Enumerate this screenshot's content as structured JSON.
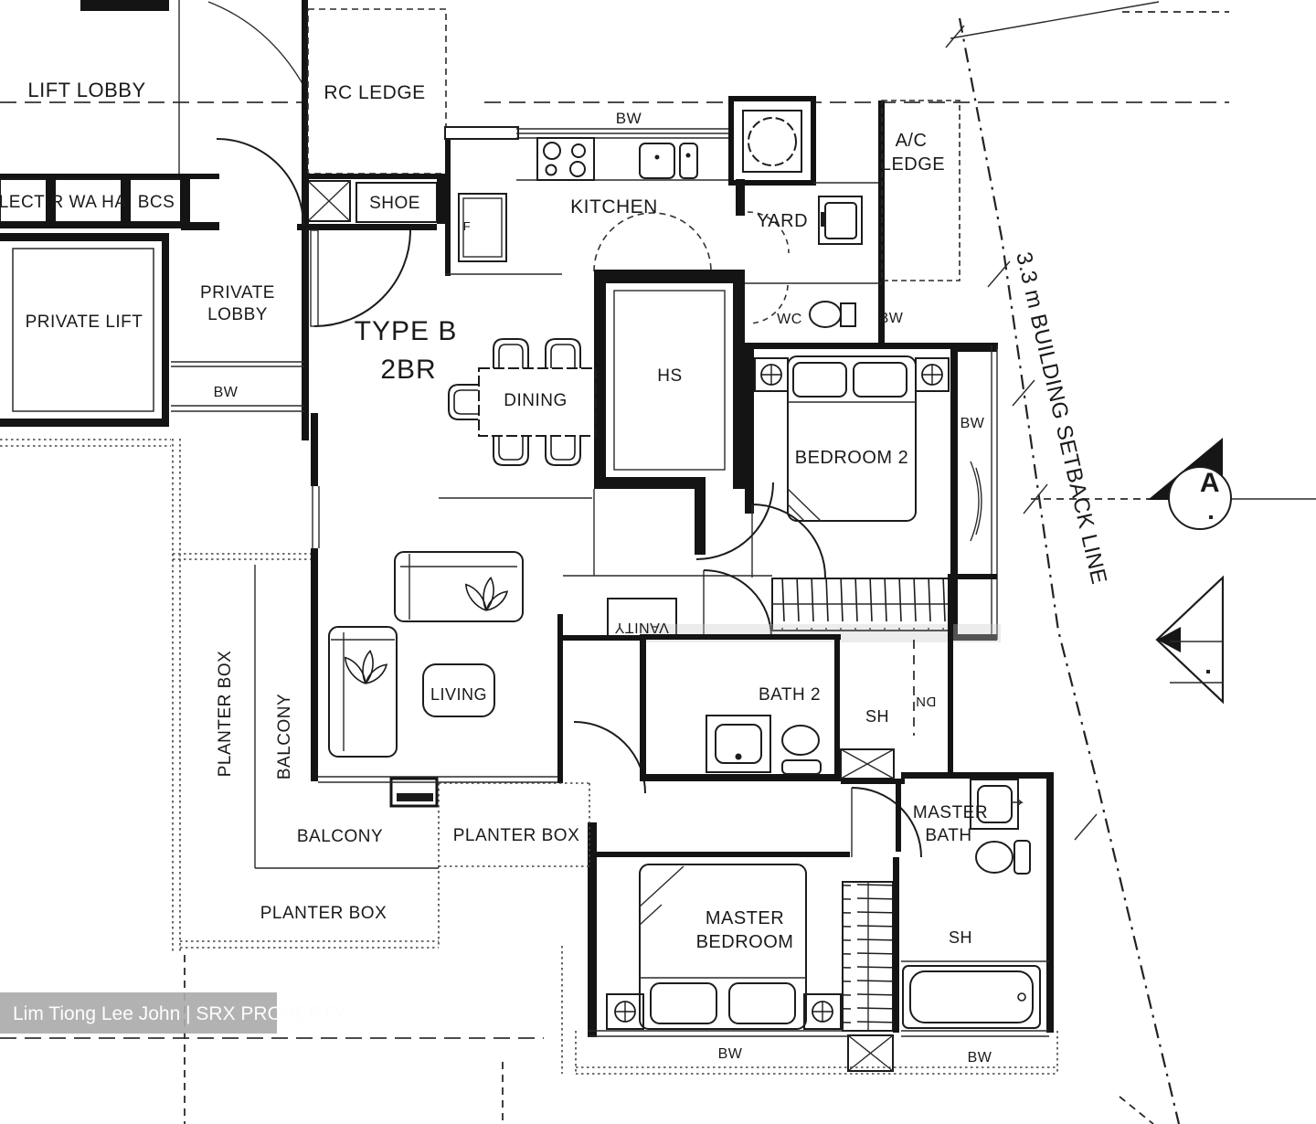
{
  "unit": {
    "type_line1": "TYPE B",
    "type_line2": "2BR"
  },
  "rooms": {
    "lift_lobby": "LIFT LOBBY",
    "rc_ledge": "RC LEDGE",
    "private_lobby": [
      "PRIVATE",
      "LOBBY"
    ],
    "private_lift": "PRIVATE LIFT",
    "kitchen": "KITCHEN",
    "yard": "YARD",
    "wc": "WC",
    "ac_ledge": [
      "A/C",
      "LEDGE"
    ],
    "dining": "DINING",
    "hs": "HS",
    "bedroom2": "BEDROOM 2",
    "living": "LIVING",
    "bath2": "BATH 2",
    "master_bath": [
      "MASTER",
      "BATH"
    ],
    "master_bedroom": [
      "MASTER",
      "BEDROOM"
    ],
    "balcony_vertical": "BALCONY",
    "balcony": "BALCONY",
    "planter_box_left": "PLANTER BOX",
    "planter_box_mid": "PLANTER BOX",
    "planter_box_bottom": "PLANTER BOX"
  },
  "closets": {
    "elect": "LECT",
    "riser": "R WA HA",
    "bcs": "BCS",
    "shoe": "SHOE",
    "vanity": "VANITY"
  },
  "fixtures": {
    "fridge": "F",
    "shower_bath2": "SH",
    "shower_master": "SH",
    "down": "DN"
  },
  "windows": {
    "kitchen": "BW",
    "wc": "BW",
    "bedroom2": "BW",
    "west": "BW",
    "master_bedroom": "BW",
    "master_bath": "BW"
  },
  "site": {
    "setback_line": "3.3 m BUILDING SETBACK LINE",
    "section_marker": "A"
  },
  "watermark": {
    "text": "Lim Tiong Lee John | SRX PROPERTY"
  },
  "colors": {
    "ink": "#1c1c1c",
    "paper": "#ffffff",
    "watermark_bg": "#ababab",
    "watermark_fg": "#fdfdfd"
  }
}
